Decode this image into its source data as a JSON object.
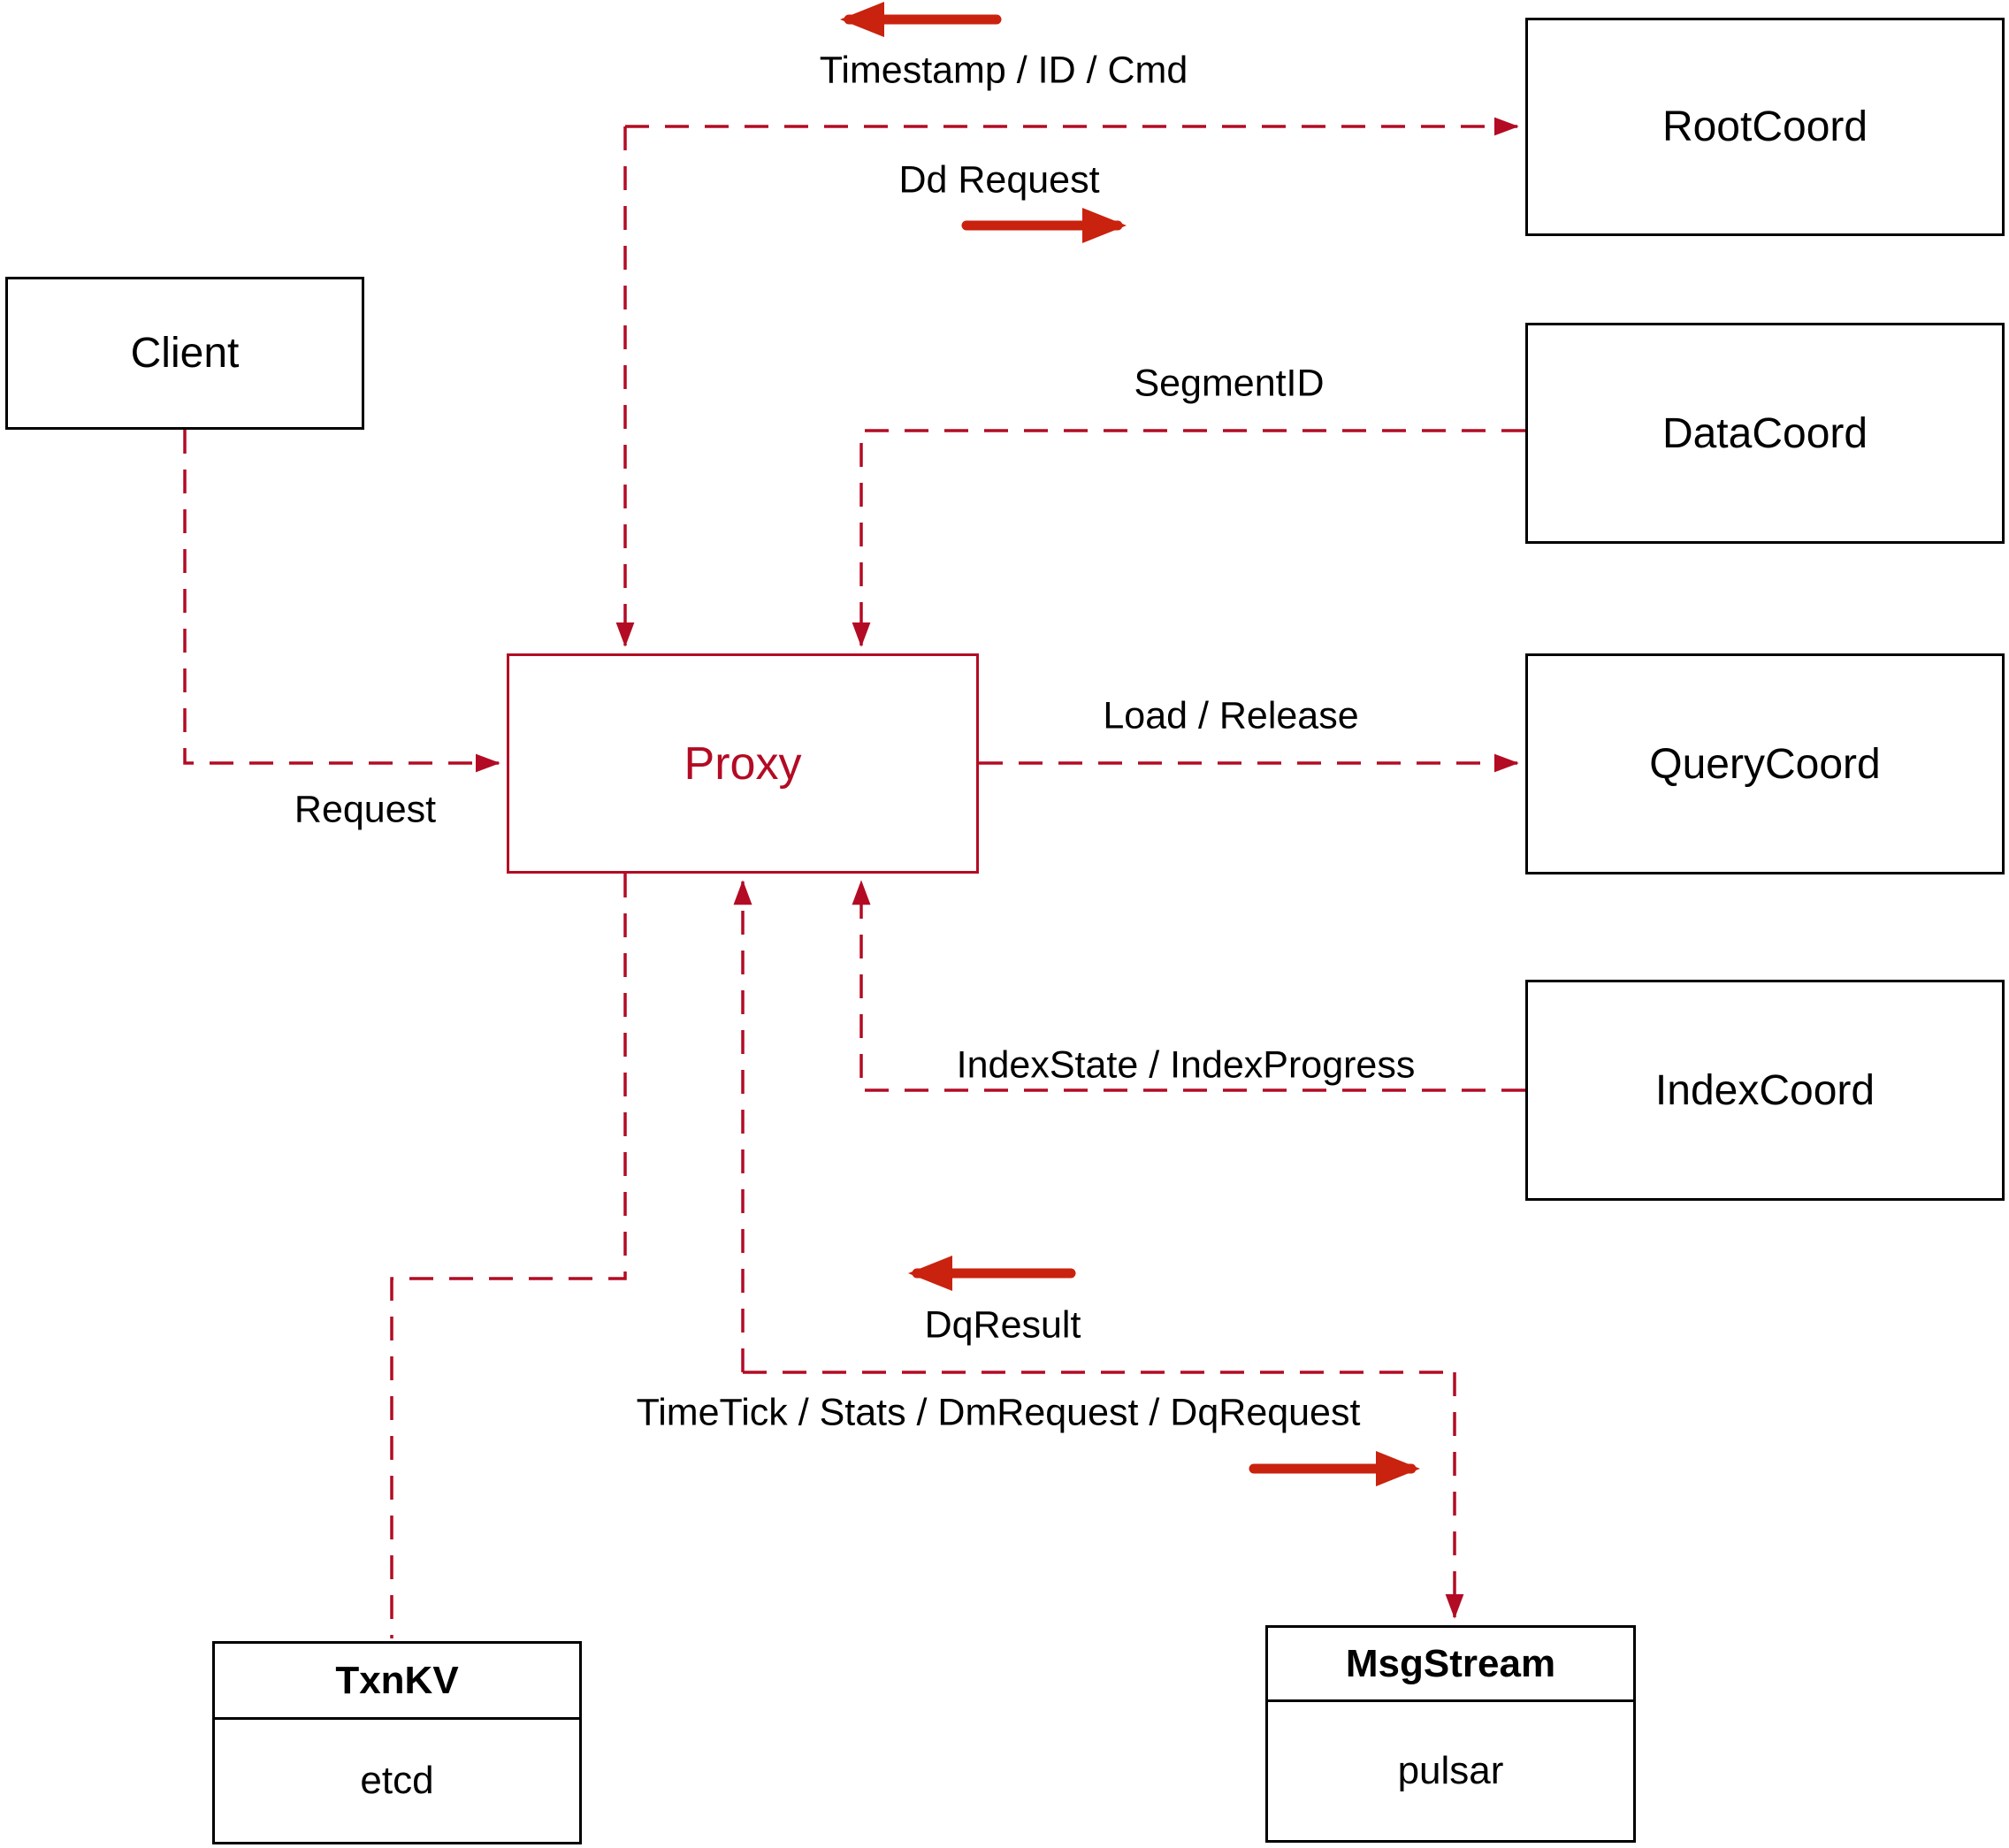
{
  "colors": {
    "line": "#b30b24",
    "arrow": "#c9220e",
    "ink": "#000000",
    "bg": "#ffffff"
  },
  "nodes": {
    "client": {
      "label": "Client"
    },
    "rootcoord": {
      "label": "RootCoord"
    },
    "datacoord": {
      "label": "DataCoord"
    },
    "querycoord": {
      "label": "QueryCoord"
    },
    "indexcoord": {
      "label": "IndexCoord"
    },
    "proxy": {
      "label": "Proxy"
    },
    "txnkv": {
      "title": "TxnKV",
      "impl": "etcd"
    },
    "msgstream": {
      "title": "MsgStream",
      "impl": "pulsar"
    }
  },
  "edges": {
    "timestamp_id_cmd": {
      "label": "Timestamp / ID / Cmd"
    },
    "dd_request": {
      "label": "Dd Request"
    },
    "segment_id": {
      "label": "SegmentID"
    },
    "request": {
      "label": "Request"
    },
    "load_release": {
      "label": "Load / Release"
    },
    "index_state": {
      "label": "IndexState / IndexProgress"
    },
    "dq_result": {
      "label": "DqResult"
    },
    "time_tick": {
      "label": "TimeTick / Stats / DmRequest / DqRequest"
    }
  }
}
